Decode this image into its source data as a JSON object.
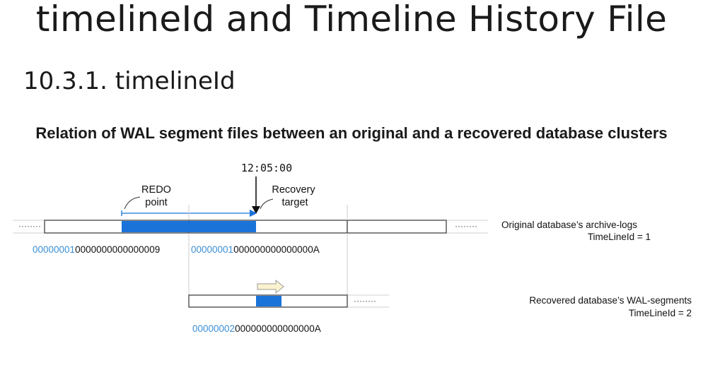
{
  "slide": {
    "title": "timelineId and Timeline History File",
    "section": "10.3.1. timelineId",
    "caption": "Relation of WAL segment files between an original and a recovered database clusters"
  },
  "diagram": {
    "time_label": "12:05:00",
    "redo_label_line1": "REDO",
    "redo_label_line2": "point",
    "recovery_label_line1": "Recovery",
    "recovery_label_line2": "target",
    "ellipsis": "········",
    "original": {
      "label_line1": "Original database’s archive-logs",
      "label_line2": "TimeLineId = 1",
      "segment1_prefix": "00000001",
      "segment1_suffix": "0000000000000009",
      "segment2_prefix": "00000001",
      "segment2_suffix": "000000000000000A"
    },
    "recovered": {
      "label_line1": "Recovered database’s WAL-segments",
      "label_line2": "TimeLineId = 2",
      "segment_prefix": "00000002",
      "segment_suffix": "000000000000000A"
    },
    "colors": {
      "blue_fill": "#1a73d9",
      "timeline_id_text": "#3a8fd6",
      "arrow_fill": "#fbf3cf",
      "arrow_stroke": "#9a9a9a",
      "box_stroke": "#333333"
    }
  }
}
